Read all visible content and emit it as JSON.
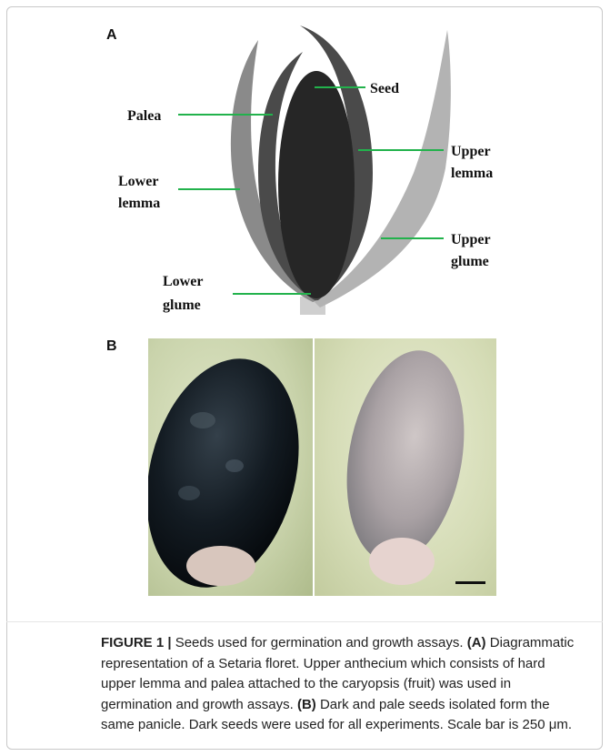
{
  "figure": {
    "panel_a_letter": "A",
    "panel_b_letter": "B",
    "diagram_labels": {
      "seed": "Seed",
      "palea": "Palea",
      "upper_lemma_1": "Upper",
      "upper_lemma_2": "lemma",
      "lower_lemma_1": "Lower",
      "lower_lemma_2": "lemma",
      "upper_glume_1": "Upper",
      "upper_glume_2": "glume",
      "lower_glume_1": "Lower",
      "lower_glume_2": "glume"
    },
    "colors": {
      "label_line": "#22b24c",
      "outer_glume": "#8a8a8a",
      "lemma": "#4a4a4a",
      "seed": "#262626",
      "upper_glume": "#b3b3b3"
    }
  },
  "caption": {
    "figure_label": "FIGURE 1 |",
    "line1": " Seeds used for germination and growth assays. ",
    "a_marker": "(A)",
    "line1_end": " Diagrammatic",
    "line2": "representation of a Setaria floret. Upper anthecium which consists of hard",
    "line3": "upper lemma and palea attached to the caryopsis (fruit) was used in",
    "line4": "germination and growth assays. ",
    "b_marker": "(B)",
    "line4_end": " Dark and pale seeds isolated form the",
    "line5": "same panicle. Dark seeds were used for all experiments. Scale bar is 250 μm."
  }
}
